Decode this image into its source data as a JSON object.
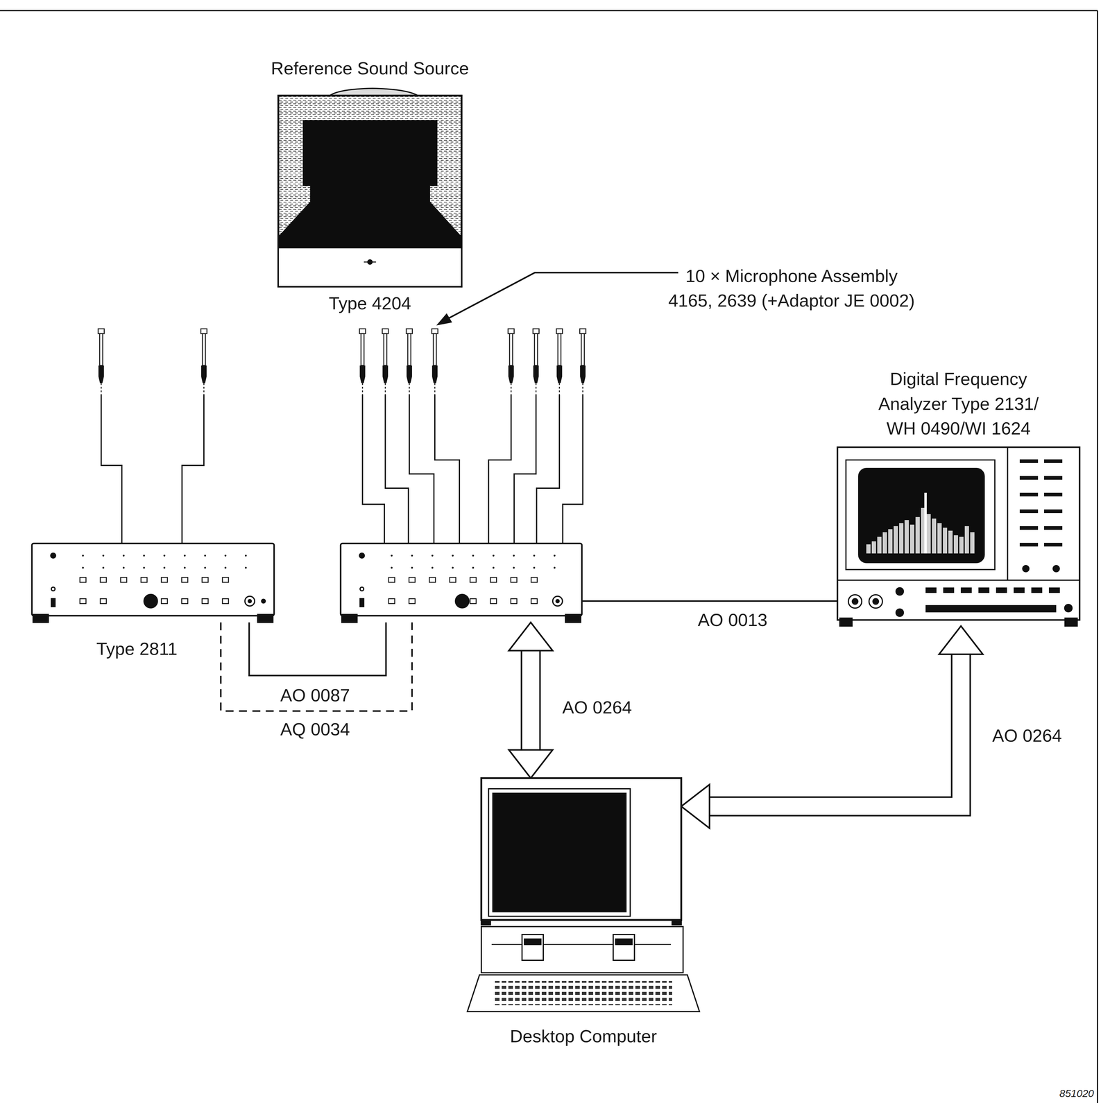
{
  "diagram": {
    "nodes": [
      {
        "text": [
          "Reference Sound Source",
          "Type 4204"
        ]
      },
      {
        "text": [
          "Type 2811"
        ]
      },
      {
        "text": []
      },
      {
        "text": [
          "Digital Frequency Analyzer Type 2131/ WH 0490/WI 1624"
        ]
      },
      {
        "text": [
          "Desktop Computer"
        ]
      }
    ],
    "edges": [
      {
        "from": 1,
        "to": 2,
        "label": "AO 0087",
        "arrow": "none"
      },
      {
        "from": 1,
        "to": 2,
        "label": "AQ 0034",
        "arrow": "none"
      },
      {
        "from": 2,
        "to": 3,
        "label": "AO 0013",
        "arrow": "none"
      },
      {
        "from": 2,
        "to": 4,
        "label": "AO 0264",
        "arrow": "both"
      },
      {
        "from": 3,
        "to": 4,
        "label": "AO 0264",
        "arrow": "both"
      }
    ],
    "labels": [
      "10 × Microphone Assembly 4165, 2639 (+Adaptor JE 0002)",
      "851020"
    ]
  }
}
